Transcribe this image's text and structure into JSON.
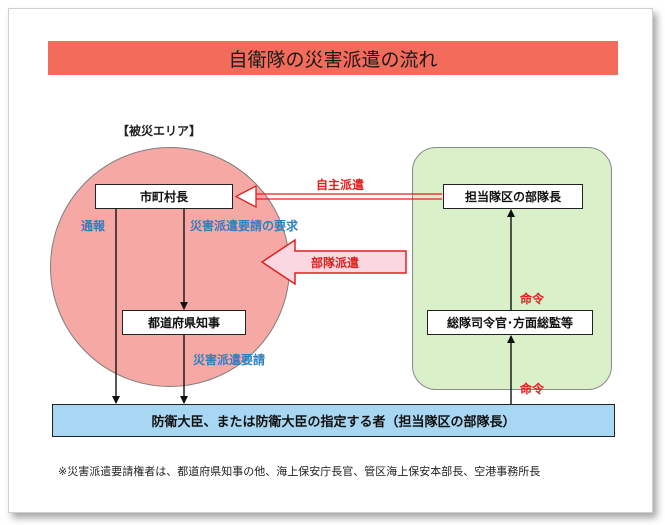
{
  "title": "自衛隊の災害派遣の流れ",
  "area_label": "【被災エリア】",
  "boxes": {
    "mayor": "市町村長",
    "governor": "都道府県知事",
    "district_commander": "担当隊区の部隊長",
    "general": "総隊司令官･方面総監等",
    "minister": "防衛大臣、または防衛大臣の指定する者（担当隊区の部隊長）"
  },
  "labels": {
    "report": "通報",
    "dispatch_request_demand": "災害派遣要請の要求",
    "dispatch_request": "災害派遣要請",
    "voluntary_dispatch": "自主派遣",
    "unit_dispatch": "部隊派遣",
    "order_upper": "命令",
    "order_lower": "命令"
  },
  "note": "※災害派遣要請権者は、都道府県知事の他、海上保安庁長官、管区海上保安本部長、空港事務所長",
  "colors": {
    "title_bg": "#f36b5b",
    "disaster_area": "#f6a9a4",
    "sdf_area": "#d9f0c8",
    "minister_bar": "#a7d7f2",
    "blue_text": "#2e7fc0",
    "red_text": "#e02020"
  }
}
